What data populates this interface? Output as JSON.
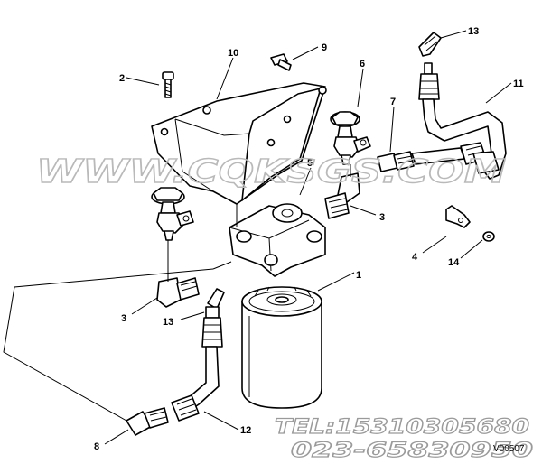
{
  "watermark": "WWW.CQKSGS.COM",
  "contact": {
    "tel": "TEL:15310305680",
    "phone": "023-65830950"
  },
  "figure_code": "V00507",
  "callouts": [
    "1",
    "2",
    "3",
    "3",
    "4",
    "5",
    "6",
    "7",
    "8",
    "9",
    "10",
    "11",
    "12",
    "13",
    "13",
    "14"
  ]
}
